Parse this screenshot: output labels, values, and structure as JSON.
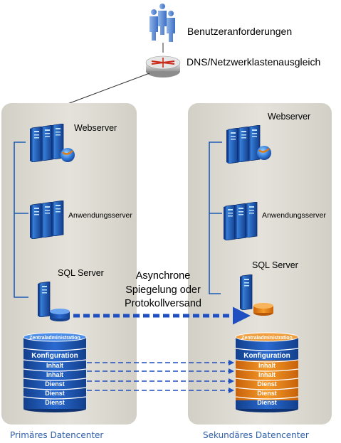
{
  "top": {
    "users_label": "Benutzeranforderungen",
    "dns_label": "DNS/Netzwerklastenausgleich"
  },
  "primary": {
    "caption": "Primäres Datencenter",
    "web_label": "Webserver",
    "app_label": "Anwendungsserver",
    "sql_label": "SQL Server",
    "stack": {
      "header": "Zentraladministration",
      "rows": [
        "Konfiguration",
        "Inhalt",
        "Inhalt",
        "Dienst",
        "Dienst",
        "Dienst"
      ]
    }
  },
  "secondary": {
    "caption": "Sekundäres Datencenter",
    "web_label": "Webserver",
    "app_label": "Anwendungsserver",
    "sql_label": "SQL Server",
    "stack": {
      "header": "Zentraladministration",
      "rows": [
        "Konfiguration",
        "Inhalt",
        "Inhalt",
        "Dienst",
        "Dienst",
        "Dienst"
      ]
    }
  },
  "replication": {
    "line1": "Asynchrone",
    "line2": "Spiegelung oder",
    "line3": "Protokollversand"
  },
  "colors": {
    "panel": "#dcdad2",
    "server_blue": "#1f5cb8",
    "stack_blue": "#1a56a8",
    "stack_orange": "#e8820e",
    "arrow_blue": "#1f4fc0",
    "caption_blue": "#2e5ea8"
  }
}
